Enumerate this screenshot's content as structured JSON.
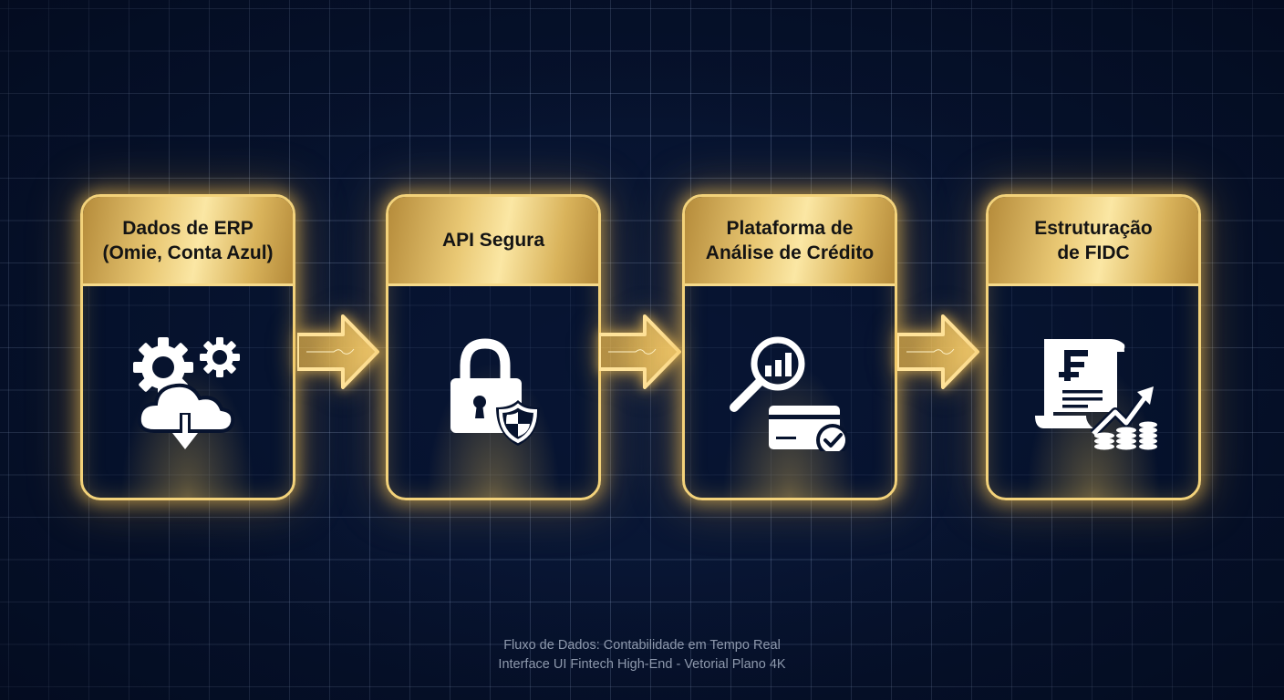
{
  "diagram": {
    "type": "process-flow",
    "steps": [
      {
        "title_line1": "Dados de ERP",
        "title_line2": "(Omie, Conta Azul)",
        "icon": "gears-cloud-download-icon"
      },
      {
        "title_line1": "API Segura",
        "title_line2": "",
        "icon": "padlock-shield-icon"
      },
      {
        "title_line1": "Plataforma de",
        "title_line2": "Análise de Crédito",
        "icon": "magnifier-chart-credit-card-check-icon"
      },
      {
        "title_line1": "Estruturação",
        "title_line2": "de FIDC",
        "icon": "document-growth-coins-icon"
      }
    ],
    "connectors": [
      "arrow-right-icon",
      "arrow-right-icon",
      "arrow-right-icon"
    ]
  },
  "footer": {
    "line1": "Fluxo de Dados: Contabilidade em Tempo Real",
    "line2": "Interface UI Fintech High-End - Vetorial Plano 4K"
  },
  "colors": {
    "background": "#06122d",
    "grid": "#96aad2",
    "gold_border": "#f3d27a",
    "gold_header": "#e9c874",
    "title_text": "#141414",
    "icon": "#ffffff",
    "footer_text": "#8e99ad"
  }
}
